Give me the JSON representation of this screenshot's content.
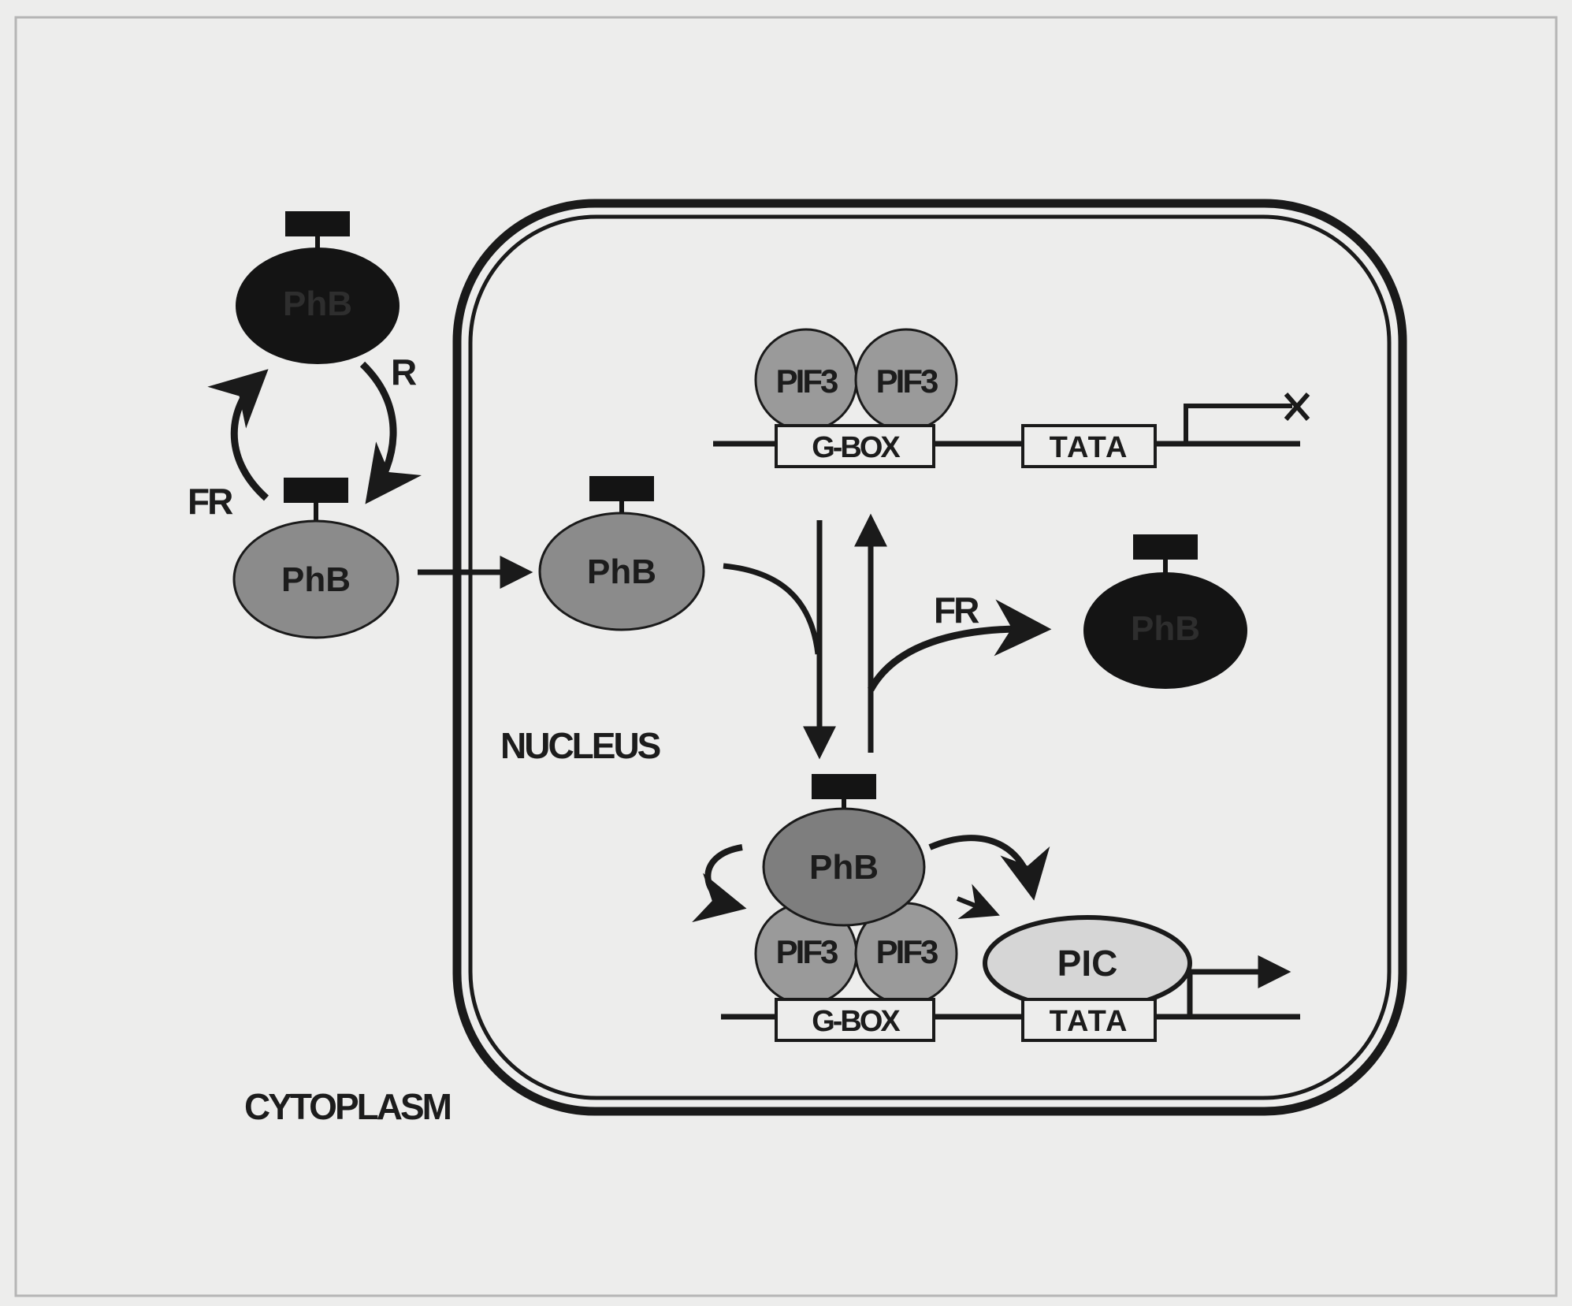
{
  "colors": {
    "background": "#ededec",
    "pfr_form": "#141414",
    "pr_form": "#8b8b8b",
    "pif_protein": "#9a9a9a",
    "pic_complex": "#d6d6d6",
    "outline": "#1a1a1a"
  },
  "labels": {
    "cytoplasm": "CYTOPLASM",
    "nucleus": "NUCLEUS",
    "r_light": "R",
    "fr_cytoplasm": "FR",
    "fr_nucleus": "FR",
    "phyb_pfr_cytoplasm": "PhB",
    "phyb_pr_cytoplasm": "PhB",
    "phyb_pr_nucleus": "PhB",
    "phyb_pfr_nucleus": "PhB",
    "phyb_bound": "PhB",
    "pif3_top_left": "PIF3",
    "pif3_top_right": "PIF3",
    "pif3_bottom_left": "PIF3",
    "pif3_bottom_right": "PIF3",
    "gbox_top": "G-BOX",
    "gbox_bottom": "G-BOX",
    "tata_top": "TATA",
    "tata_bottom": "TATA",
    "pic": "PIC"
  },
  "icons": {
    "chromophore": "chromophore-tab-icon",
    "transcription_blocked": "blocked-x-icon",
    "transcription_active": "transcription-arrow-icon"
  }
}
